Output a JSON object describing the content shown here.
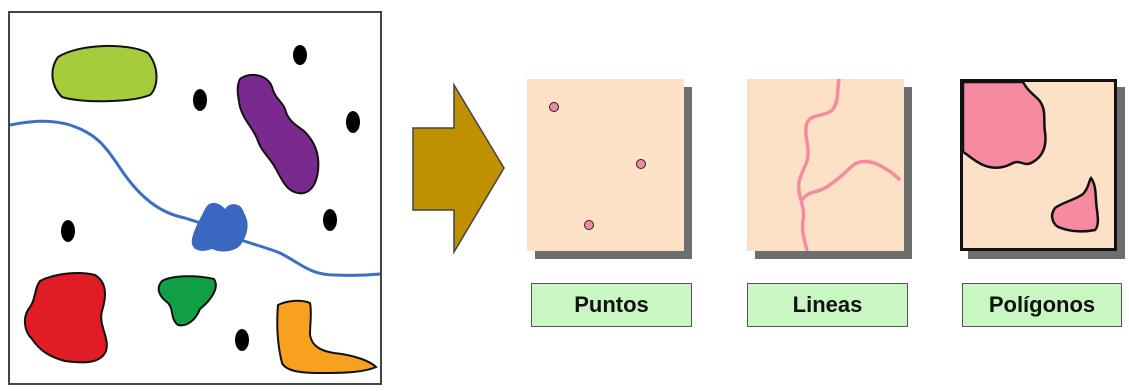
{
  "labels": {
    "points": "Puntos",
    "lines": "Lineas",
    "polygons": "Polígonos"
  },
  "colors": {
    "arrow": "#bf9000",
    "tile_background": "#fde1c7",
    "label_background": "#c9f7c2",
    "point_fill": "#f08aa0",
    "river": "#3a6fc4",
    "polygon_green": "#a5cc3c",
    "polygon_purple": "#7a2a8e",
    "polygon_blue": "#3a67c0",
    "polygon_red": "#e01c24",
    "polygon_dark_green": "#11a046",
    "polygon_orange": "#f7a11f",
    "polygon_pink": "#f58aa0"
  }
}
